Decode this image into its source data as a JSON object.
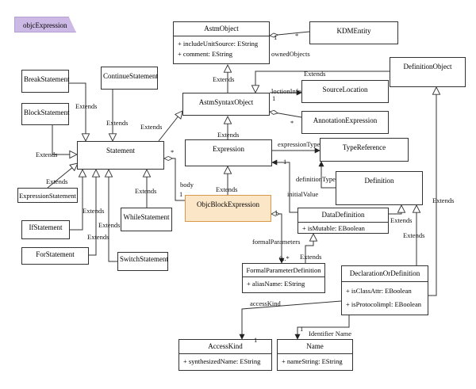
{
  "package": {
    "label": "objcExpression"
  },
  "classes": {
    "astm_object": {
      "name": "AstmObject",
      "attributes": [
        "+ includeUnitSource: EString",
        "+ comment: EString"
      ]
    },
    "kdm_entity": {
      "name": "KDMEntity"
    },
    "source_location": {
      "name": "SourceLocation"
    },
    "definition_object": {
      "name": "DefinitionObject"
    },
    "astm_syntax_object": {
      "name": "AstmSyntaxObject"
    },
    "annotation_expression": {
      "name": "AnnotationExpression"
    },
    "break_statement": {
      "name": "BreakStatement"
    },
    "continue_statement": {
      "name": "ContinueStatement"
    },
    "block_statement": {
      "name": "BlockStatement"
    },
    "statement": {
      "name": "Statement"
    },
    "expression": {
      "name": "Expression"
    },
    "type_reference": {
      "name": "TypeReference"
    },
    "expression_statement": {
      "name": "ExpressionStatement"
    },
    "definition": {
      "name": "Definition"
    },
    "objc_block_expression": {
      "name": "ObjcBlockExpression"
    },
    "while_statement": {
      "name": "WhileStatement"
    },
    "if_statement": {
      "name": "IfStatement"
    },
    "data_definition": {
      "name": "DataDefinition",
      "attributes": [
        "+ isMutable: EBoolean"
      ]
    },
    "for_statement": {
      "name": "ForStatement"
    },
    "switch_statement": {
      "name": "SwitchStatement"
    },
    "formal_parameter_definition": {
      "name": "FormalParameterDefinition",
      "attributes": [
        "+ aliasName: EString"
      ]
    },
    "declaration_or_definition": {
      "name": "DeclarationOrDefinition",
      "attributes": [
        "+ isClassAttr: EBoolean",
        "+ isProtocolimpl: EBoolean"
      ]
    },
    "access_kind": {
      "name": "AccessKind",
      "attributes": [
        "+ synthesizedName: EString"
      ]
    },
    "name": {
      "name": "Name",
      "attributes": [
        "+ nameString: EString"
      ]
    }
  },
  "labels": {
    "extends": "Extends",
    "owned_objects": "ownedObjects",
    "loction_info": "loctionInfo",
    "expression_type": "expressionType",
    "definition_type": "definitionType",
    "initial_value": "initialValue",
    "body": "body",
    "formal_parameters": "formalParameters",
    "access_kind": "accessKind",
    "identifier_name": "Identifier Name",
    "one": "1",
    "many": "*",
    "zero_many": "0..*"
  },
  "colors": {
    "highlight_fill": "#fbe6c8",
    "highlight_border": "#d89a4a",
    "package_fill": "#cdb9e6",
    "line": "#333333"
  }
}
